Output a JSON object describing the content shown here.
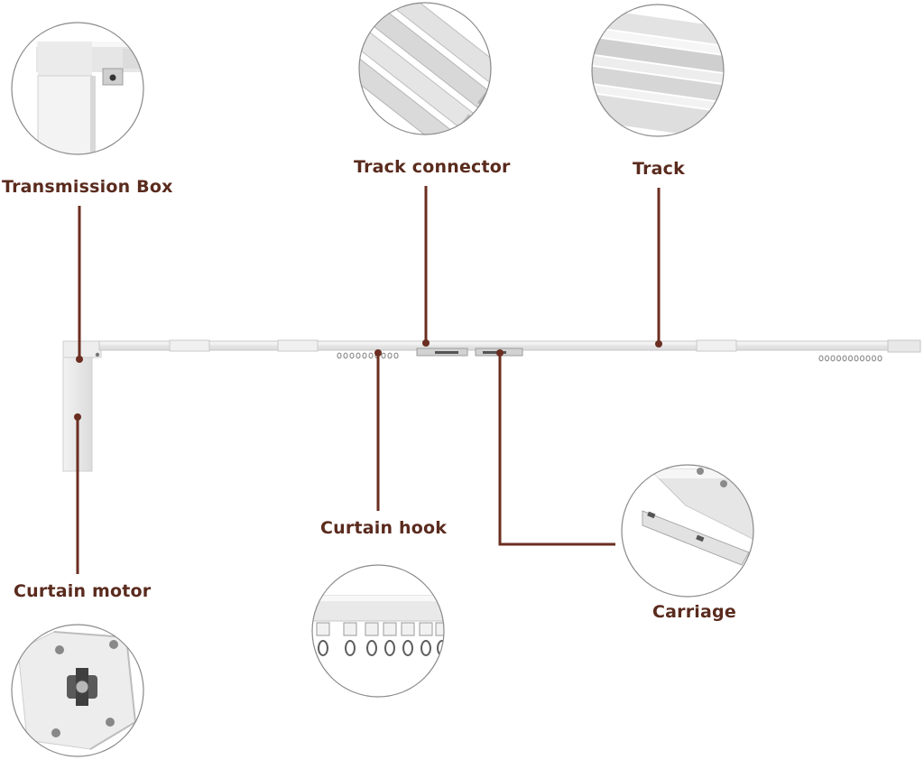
{
  "labels": {
    "transmission_box": "Transmission Box",
    "track_connector": "Track connector",
    "track": "Track",
    "curtain_hook": "Curtain hook",
    "curtain_motor": "Curtain motor",
    "carriage": "Carriage"
  },
  "colors": {
    "leader_line": "#6b2e21",
    "label_text": "#5a2b1e",
    "track_body": "#ececec",
    "track_edge": "#c8c8c8",
    "circle_border": "#8a8a8a",
    "hook_metal": "#9a9a9a"
  },
  "icons": {
    "transmission_box_detail": "transmission-box-closeup",
    "track_connector_detail": "track-connector-closeup",
    "track_detail": "track-profile-closeup",
    "curtain_hook_detail": "curtain-hook-closeup",
    "curtain_motor_detail": "curtain-motor-closeup",
    "carriage_detail": "carriage-closeup"
  }
}
